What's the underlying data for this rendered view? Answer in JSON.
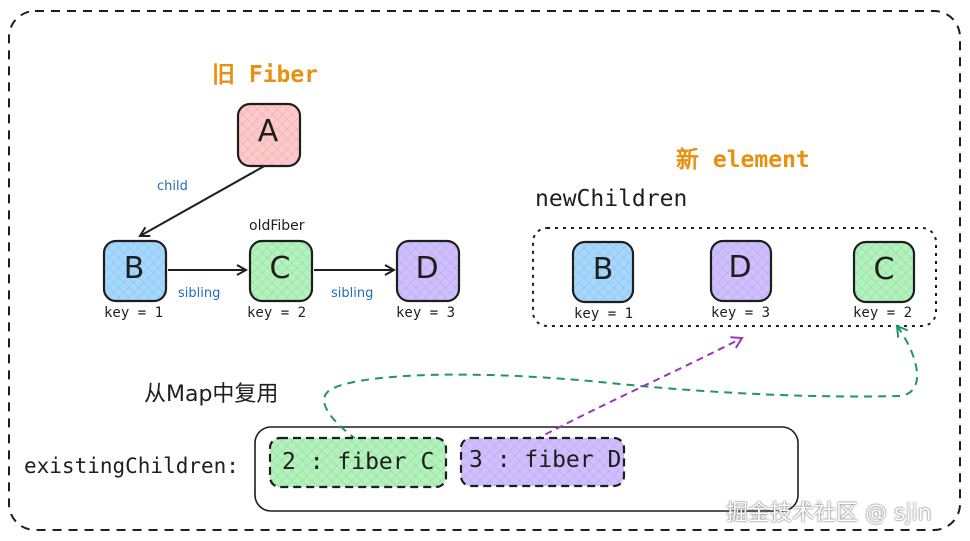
{
  "old_fiber": {
    "title": "旧 Fiber",
    "root": {
      "letter": "A",
      "color": "#ffc9c9",
      "stroke": "#e03131"
    },
    "child_label": "child",
    "old_fiber_label": "oldFiber",
    "sibling_label": "sibling",
    "nodes": [
      {
        "letter": "B",
        "key": "key = 1",
        "color": "#a5d8ff",
        "stroke": "#1971c2"
      },
      {
        "letter": "C",
        "key": "key = 2",
        "color": "#b2f2bb",
        "stroke": "#2f9e44"
      },
      {
        "letter": "D",
        "key": "key = 3",
        "color": "#d0bfff",
        "stroke": "#6741d9"
      }
    ]
  },
  "new_element": {
    "title": "新 element",
    "group_label": "newChildren",
    "nodes": [
      {
        "letter": "B",
        "key": "key = 1",
        "color": "#a5d8ff",
        "stroke": "#1971c2"
      },
      {
        "letter": "D",
        "key": "key = 3",
        "color": "#d0bfff",
        "stroke": "#6741d9"
      },
      {
        "letter": "C",
        "key": "key = 2",
        "color": "#b2f2bb",
        "stroke": "#2f9e44"
      }
    ]
  },
  "reuse_label": "从Map中复用",
  "existing": {
    "label": "existingChildren:",
    "entries": [
      {
        "text": "2 : fiber C",
        "color": "#b2f2bb",
        "stroke": "#2f9e44"
      },
      {
        "text": "3 : fiber D",
        "color": "#d0bfff",
        "stroke": "#6741d9"
      }
    ]
  },
  "arrow_colors": {
    "green": "#22936b",
    "purple": "#9c36b5"
  },
  "watermark": "掘金技术社区 @ sjin"
}
